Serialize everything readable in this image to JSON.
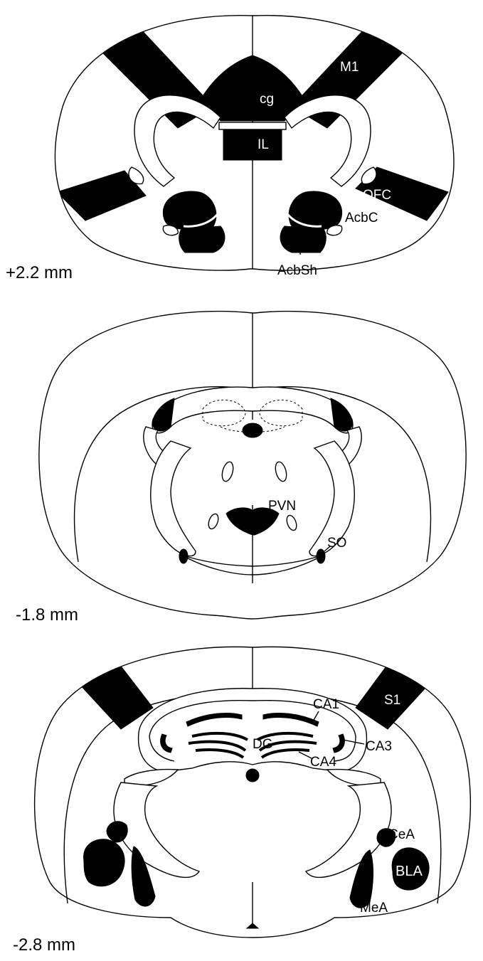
{
  "sections": [
    {
      "level": "+2.2 mm",
      "labels": {
        "cg": "cg",
        "il": "IL",
        "m1": "M1",
        "ofc": "OFC",
        "acbc": "AcbC",
        "acbsh": "AcbSh"
      }
    },
    {
      "level": "-1.8 mm",
      "labels": {
        "pvn": "PVN",
        "so": "SO"
      }
    },
    {
      "level": "-2.8 mm",
      "labels": {
        "ca1": "CA1",
        "dg": "DG",
        "ca3": "CA3",
        "ca4": "CA4",
        "s1": "S1",
        "cea": "CeA",
        "bla": "BLA",
        "mea": "MeA"
      }
    }
  ]
}
